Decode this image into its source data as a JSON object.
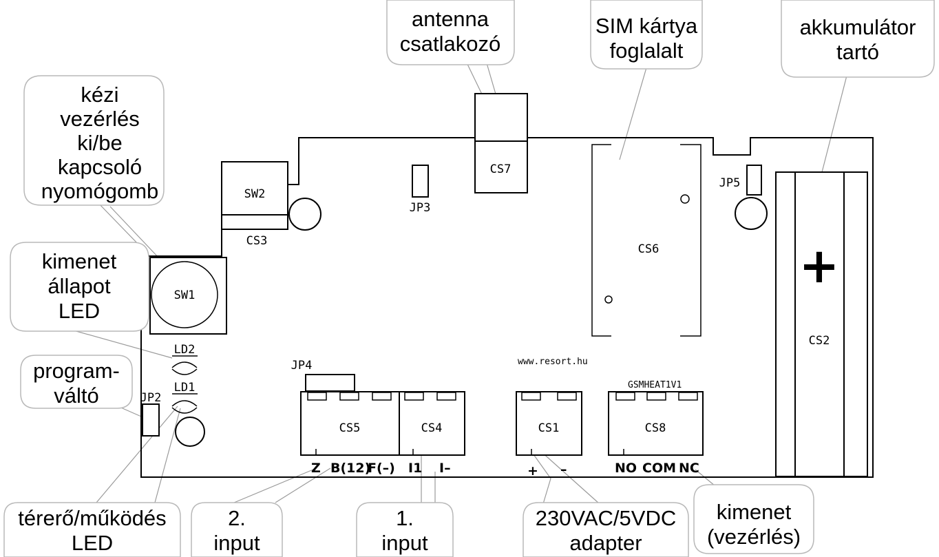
{
  "components": {
    "sw1": "SW1",
    "sw2": "SW2",
    "cs1": "CS1",
    "cs2": "CS2",
    "cs3": "CS3",
    "cs4": "CS4",
    "cs5": "CS5",
    "cs6": "CS6",
    "cs7": "CS7",
    "cs8": "CS8",
    "jp2": "JP2",
    "jp3": "JP3",
    "jp4": "JP4",
    "jp5": "JP5",
    "ld1": "LD1",
    "ld2": "LD2",
    "plus_symbol": "+"
  },
  "silkscreen": {
    "website": "www.resort.hu",
    "board_id": "GSMHEAT1V1"
  },
  "pins": {
    "cs5": [
      "Z",
      "B(12)",
      "F(–)"
    ],
    "cs4": [
      "I1",
      "I–"
    ],
    "cs1": [
      "+",
      "–"
    ],
    "cs8": [
      "NO",
      "COM",
      "NC"
    ]
  },
  "callouts": {
    "manual_switch": [
      "kézi",
      "vezérlés",
      "ki/be",
      "kapcsoló",
      "nyomógomb"
    ],
    "output_led": [
      "kimenet",
      "állapot",
      "LED"
    ],
    "program_switch": [
      "program-",
      "váltó"
    ],
    "signal_led": [
      "térerő/működés",
      "LED"
    ],
    "input2": [
      "2.",
      "input"
    ],
    "input1": [
      "1.",
      "input"
    ],
    "adapter": [
      "230VAC/5VDC",
      "adapter"
    ],
    "output_ctrl": [
      "kimenet",
      "(vezérlés)"
    ],
    "antenna": [
      "antenna",
      "csatlakozó"
    ],
    "sim": [
      "SIM kártya",
      "foglalalt"
    ],
    "battery": [
      "akkumulátor",
      "tartó"
    ]
  }
}
